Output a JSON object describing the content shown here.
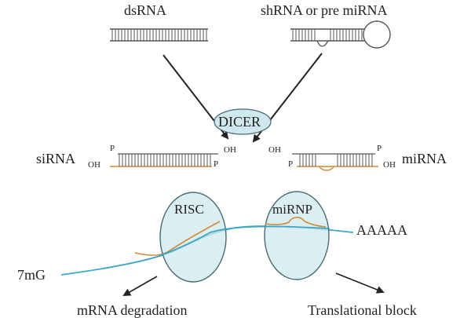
{
  "labels": {
    "dsrna": "dsRNA",
    "shrna": "shRNA or pre miRNA",
    "dicer": "DICER",
    "sirna": "siRNA",
    "mirna": "miRNA",
    "risc": "RISC",
    "mirnp": "miRNP",
    "polya": "AAAAA",
    "cap": "7mG",
    "degradation": "mRNA degradation",
    "translational": "Translational block",
    "oh": "OH",
    "p": "P"
  },
  "colors": {
    "strand": "#555555",
    "guide": "#d08a3a",
    "mrna": "#3ca7c4",
    "complex_fill": "#cfe8ee",
    "complex_stroke": "#4a6a74",
    "arrow": "#222222"
  }
}
